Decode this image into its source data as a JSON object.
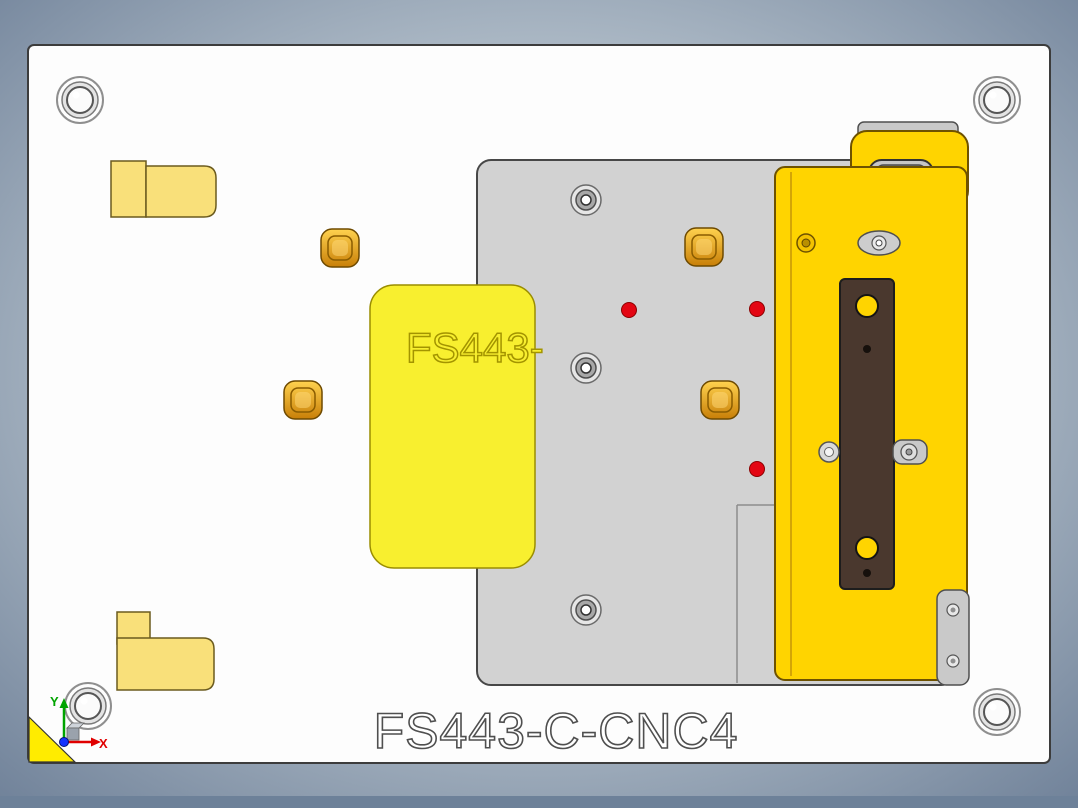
{
  "scene": {
    "title_text": "FS443-C-CNC4",
    "part_label": "FS443-"
  },
  "axes": {
    "x_label": "X",
    "y_label": "Y"
  },
  "colors": {
    "background_outer": "#6d7f97",
    "background_mid": "#a9b6c3",
    "background_inner": "#c9d2db",
    "base_plate": "#fdfdfd",
    "fixture_gray": "#d2d2d2",
    "gold": "#ffd400",
    "bright_yellow": "#f8ef2f",
    "pale_yellow": "#f9e07a",
    "knob_orange_light": "#ffd24f",
    "knob_orange_dark": "#c87f08",
    "dark_bar": "#4a382e",
    "locator_red": "#e30613",
    "axis_x": "#e00000",
    "axis_y": "#00a400",
    "axis_z": "#1433ff",
    "outline_dark": "#3c3c3c"
  }
}
